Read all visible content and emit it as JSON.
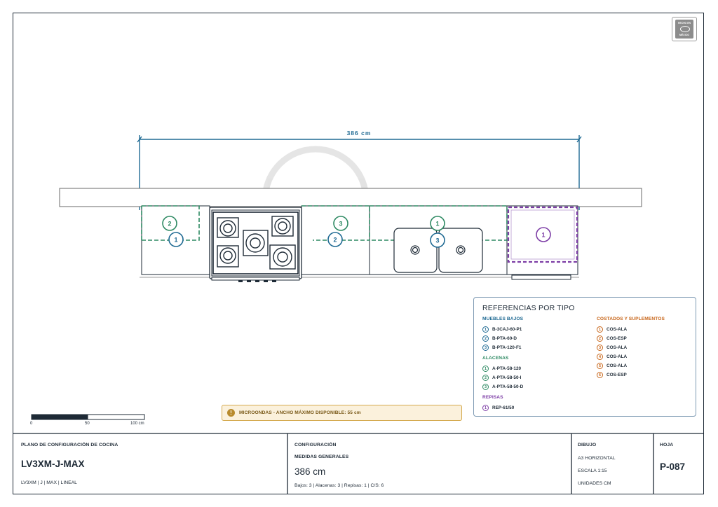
{
  "drawing": {
    "dimension_label": "386 cm",
    "cabinet_markers": {
      "green_2": "2",
      "blue_1": "1",
      "green_3": "3",
      "blue_2": "2",
      "green_1": "1",
      "blue_3": "3",
      "purple_1": "1"
    }
  },
  "legend": {
    "title": "REFERENCIAS POR TIPO",
    "groups": [
      {
        "heading": "MUEBLES BAJOS",
        "color": "#1f6a93",
        "items": [
          {
            "n": "1",
            "label": "B-3CAJ-60-P1"
          },
          {
            "n": "2",
            "label": "B-PTA-60-D"
          },
          {
            "n": "3",
            "label": "B-PTA-120-F1"
          }
        ]
      },
      {
        "heading": "ALACENAS",
        "color": "#2e8a63",
        "items": [
          {
            "n": "1",
            "label": "A-PTA-58-120"
          },
          {
            "n": "2",
            "label": "A-PTA-58-50-I"
          },
          {
            "n": "3",
            "label": "A-PTA-58-50-D"
          }
        ]
      },
      {
        "heading": "REPISAS",
        "color": "#7d3ea6",
        "items": [
          {
            "n": "1",
            "label": "REP-61/50"
          }
        ]
      },
      {
        "heading": "COSTADOS Y SUPLEMENTOS",
        "color": "#c8661a",
        "items": [
          {
            "n": "1",
            "label": "COS-ALA"
          },
          {
            "n": "2",
            "label": "COS-ESP"
          },
          {
            "n": "3",
            "label": "COS-ALA"
          },
          {
            "n": "4",
            "label": "COS-ALA"
          },
          {
            "n": "5",
            "label": "COS-ALA"
          },
          {
            "n": "6",
            "label": "COS-ESP"
          }
        ]
      }
    ]
  },
  "notice": {
    "icon": "!",
    "text": "MICROONDAS - ANCHO MÁXIMO DISPONIBLE: 55 cm"
  },
  "scale_bar": {
    "labels": [
      "0",
      "50",
      "100 cm"
    ]
  },
  "title_block": {
    "plan_label": "PLANO DE CONFIGURACIÓN DE COCINA",
    "model": "LV3XM-J-MAX",
    "model_sub": "LV3XM | J | MAX | LINEAL",
    "config_label": "CONFIGURACIÓN",
    "measures_label": "MEDIDAS GENERALES",
    "measure_value": "386 cm",
    "counts": "Bajos: 3 | Alacenas: 3 | Repisas: 1 | C/S: 6",
    "drawing_label": "DIBUJO",
    "format": "A3 HORIZONTAL",
    "scale": "ESCALA 1:15",
    "units": "UNIDADES CM",
    "sheet_label": "HOJA",
    "sheet_number": "P-087"
  },
  "badge": {
    "top_text": "HECHO EN",
    "bottom_text": "MÉXICO"
  },
  "colors": {
    "blue": "#1f6a93",
    "green": "#2e8a63",
    "purple": "#7d3ea6",
    "orange": "#c8661a",
    "line": "#1e2a36"
  }
}
